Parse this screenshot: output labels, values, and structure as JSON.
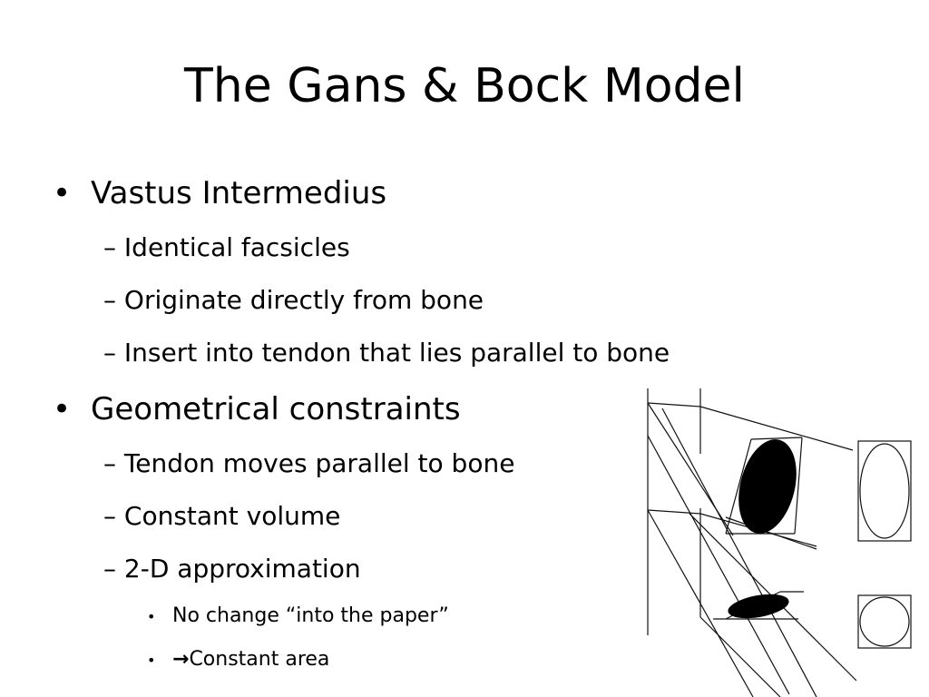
{
  "slide": {
    "title": "The Gans & Bock Model",
    "bullets": [
      {
        "text": "Vastus Intermedius",
        "sub": [
          "Identical facsicles",
          "Originate directly from bone",
          "Insert into tendon that lies parallel to bone"
        ]
      },
      {
        "text": "Geometrical constraints",
        "sub": [
          "Tendon moves parallel to bone",
          "Constant volume",
          "2-D approximation"
        ],
        "subsub": [
          "No change “into the paper”",
          "Constant area"
        ]
      }
    ],
    "bullet_glyph": "•",
    "dash_glyph": "–",
    "arrow_glyph": "→"
  },
  "figure": {
    "icon": "muscle-fiber-geometry-diagram"
  }
}
